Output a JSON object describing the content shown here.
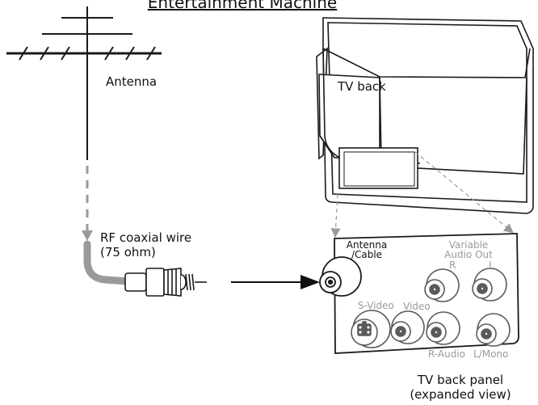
{
  "title": "Entertainment Machine",
  "labels": {
    "antenna": "Antenna",
    "tv_back": "TV back",
    "rf_wire_line1": "RF coaxial wire",
    "rf_wire_line2": "(75 ohm)",
    "panel_antenna_line1": "Antenna",
    "panel_antenna_line2": "/Cable",
    "variable_line1": "Variable",
    "variable_line2": "Audio Out",
    "variable_r": "R",
    "variable_l": "L",
    "s_video": "S-Video",
    "video": "Video",
    "r_audio": "R-Audio",
    "l_mono": "L/Mono",
    "panel_caption_line1": "TV back panel",
    "panel_caption_line2": "(expanded view)"
  },
  "colors": {
    "line": "#1a1a1a",
    "cable_grey": "#9a9a9a",
    "label_grey": "#9a9a9a",
    "background": "#ffffff"
  }
}
